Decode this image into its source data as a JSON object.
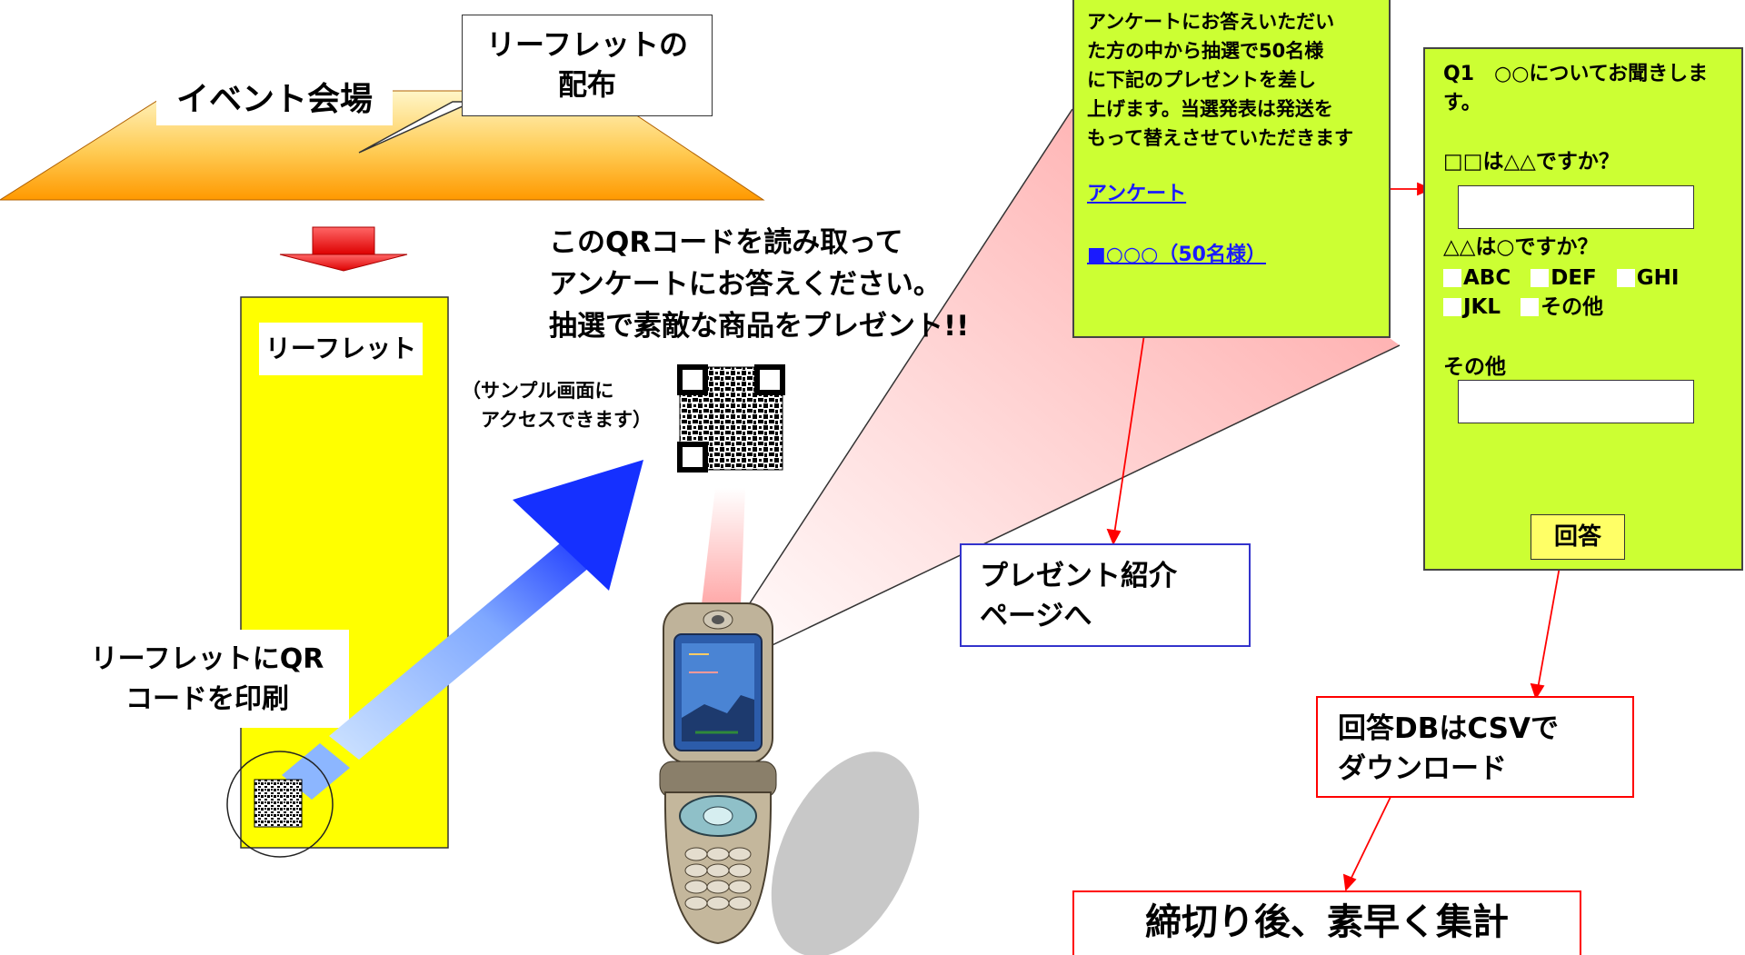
{
  "event": {
    "venue_label": "イベント会場",
    "callout_label": "リーフレットの\n配布"
  },
  "leaflet": {
    "title": "リーフレット",
    "print_note": "リーフレットにQR\nコードを印刷"
  },
  "qr": {
    "headline": "このQRコードを読み取って\nアンケートにお答えください。\n抽選で素敵な商品をプレゼント!!",
    "sample_note": "（サンプル画面に\n　アクセスできます）"
  },
  "mobile_page": {
    "intro": "アンケートにお答えいただい\nた方の中から抽選で50名様\nに下記のプレゼントを差し\n上げます。当選発表は発送を\nもって替えさせていただきます",
    "survey_link": "アンケート",
    "present_link": "■○○○（50名様）"
  },
  "present_box": {
    "label": "プレゼント紹介\nページへ"
  },
  "survey_form": {
    "q1": "Q1　○○についてお聞きしま\nす。",
    "q2": "□□は△△ですか？",
    "q3": "△△は○ですか？",
    "options": [
      "ABC",
      "DEF",
      "GHI",
      "JKL",
      "その他"
    ],
    "other_label": "その他",
    "submit_label": "回答"
  },
  "csv_box": {
    "label": "回答DBはCSVで\nダウンロード"
  },
  "summary_box": {
    "label": "締切り後、素早く集計"
  },
  "colors": {
    "panel_green": "#ccff33",
    "leaflet_yellow": "#ffff00",
    "arrow_red": "#ff0000",
    "present_border": "#3333cc",
    "csv_border": "#ff0000"
  }
}
